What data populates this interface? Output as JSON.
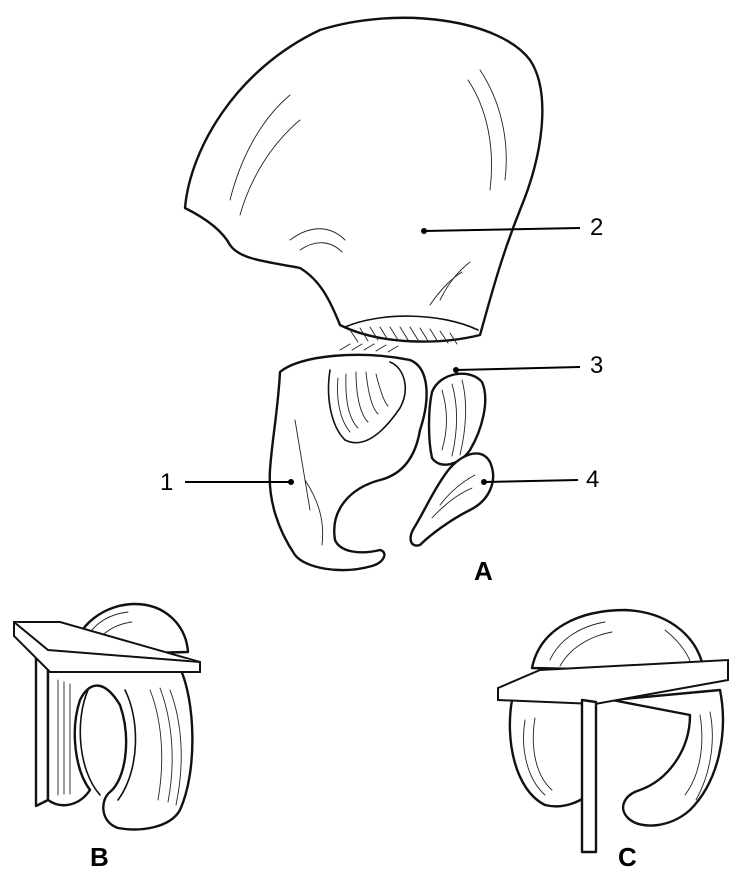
{
  "labels": {
    "one": "1",
    "two": "2",
    "three": "3",
    "four": "4",
    "panel_a": "A",
    "panel_b": "B",
    "panel_c": "C"
  },
  "colors": {
    "ink": "#111111",
    "paper": "#ffffff"
  }
}
